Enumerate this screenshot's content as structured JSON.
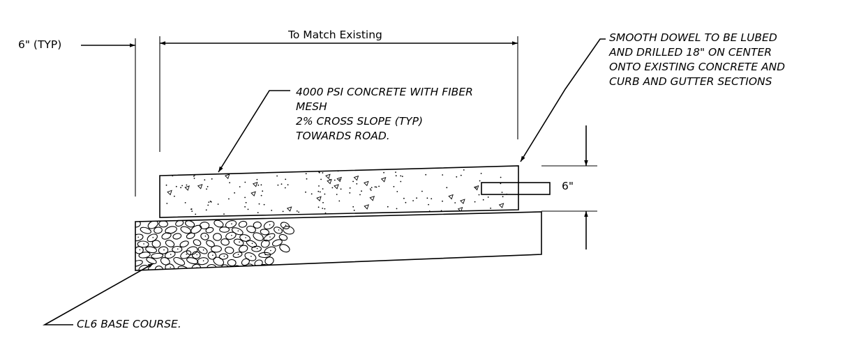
{
  "dimensions": {
    "typical_offset": "6\" (TYP)",
    "width_label": "To Match Existing",
    "thickness": "6\""
  },
  "notes": {
    "dowel": [
      "SMOOTH DOWEL TO BE LUBED",
      "AND DRILLED 18\" ON CENTER",
      "ONTO EXISTING CONCRETE AND",
      "CURB AND GUTTER SECTIONS"
    ],
    "concrete": [
      "4000 PSI CONCRETE WITH FIBER",
      "MESH",
      "2% CROSS SLOPE (TYP)",
      "TOWARDS ROAD."
    ],
    "base": "CL6 BASE COURSE."
  },
  "colors": {
    "line": "#000000",
    "background": "#ffffff"
  }
}
